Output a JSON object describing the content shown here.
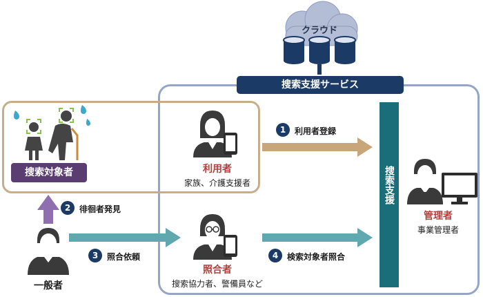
{
  "cloud": {
    "label": "クラウド"
  },
  "service": {
    "title": "搜索支援サービス"
  },
  "search_support": {
    "label": "搜索支援"
  },
  "search_target": {
    "label": "搜索対象者"
  },
  "user": {
    "title": "利用者",
    "subtitle": "家族、介護支援者"
  },
  "collator": {
    "title": "照合者",
    "subtitle": "搜索協力者、警備員など"
  },
  "admin": {
    "title": "管理者",
    "subtitle": "事業管理者"
  },
  "public": {
    "label": "一般者"
  },
  "steps": [
    {
      "num": "1",
      "label": "利用者登録"
    },
    {
      "num": "2",
      "label": "徘徊者発見"
    },
    {
      "num": "3",
      "label": "照合依頼"
    },
    {
      "num": "4",
      "label": "検索対象者照合"
    }
  ],
  "colors": {
    "navy": "#1b3a66",
    "teal": "#1a6e7a",
    "arrow_tan": "#c9a57a",
    "arrow_teal": "#5fa8b0",
    "arrow_purple": "#8f6fb0",
    "accent_red": "#b0413e"
  }
}
